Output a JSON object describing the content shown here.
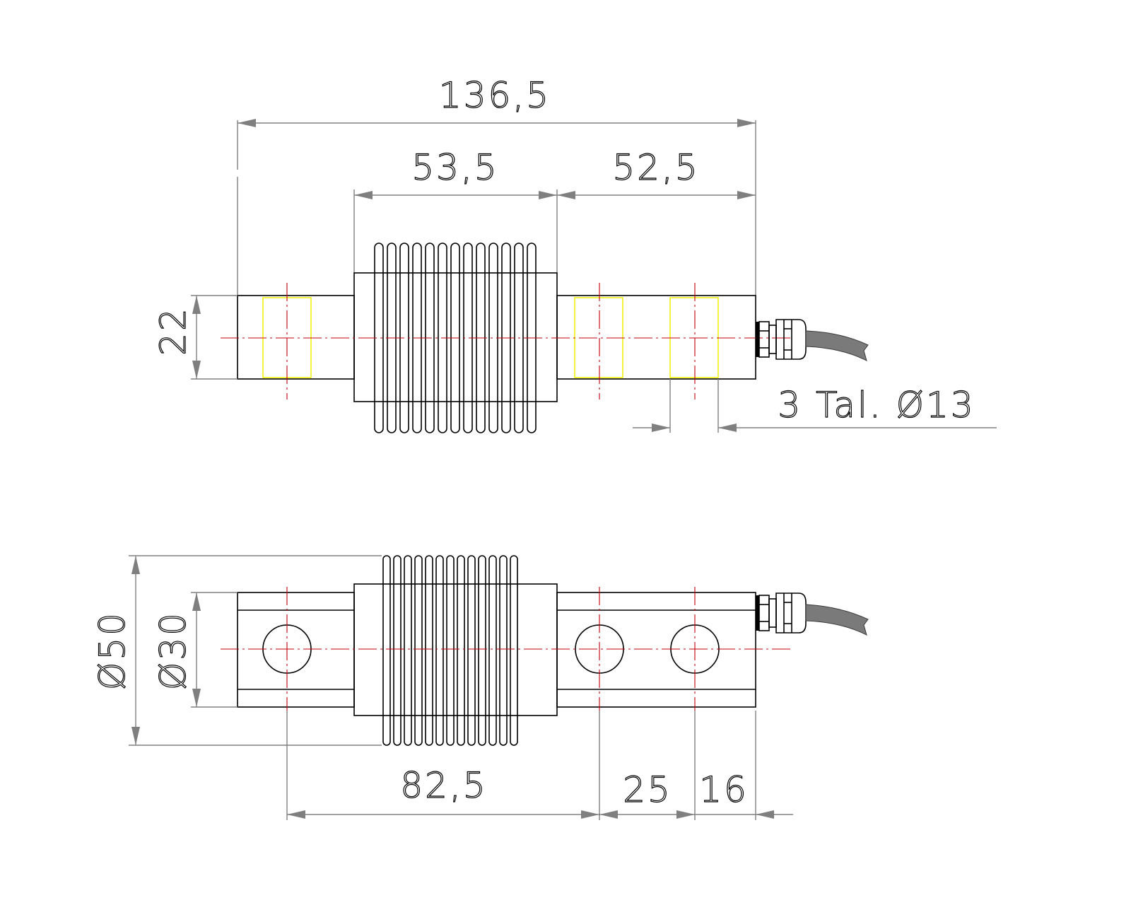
{
  "drawing": {
    "title": "Bellows load cell dimensional drawing",
    "colors": {
      "outline": "#000000",
      "dimension": "#808080",
      "centerline": "#c4000c",
      "hidden_hole": "#f0f000",
      "cable": "#7a7a7a"
    },
    "top_view": {
      "dimensions": {
        "overall_length": "136,5",
        "bellows_span": "53,5",
        "right_span": "52,5",
        "height": "22",
        "hole_callout": "3 Tal. Ø13"
      },
      "bellows_fin_count": 13
    },
    "front_view": {
      "dimensions": {
        "bellows_diameter": "Ø50",
        "body_diameter": "Ø30",
        "hole_spacing_left": "82,5",
        "hole_spacing_middle": "25",
        "end_offset": "16"
      },
      "hole_count": 3,
      "bellows_fin_count": 13
    }
  }
}
